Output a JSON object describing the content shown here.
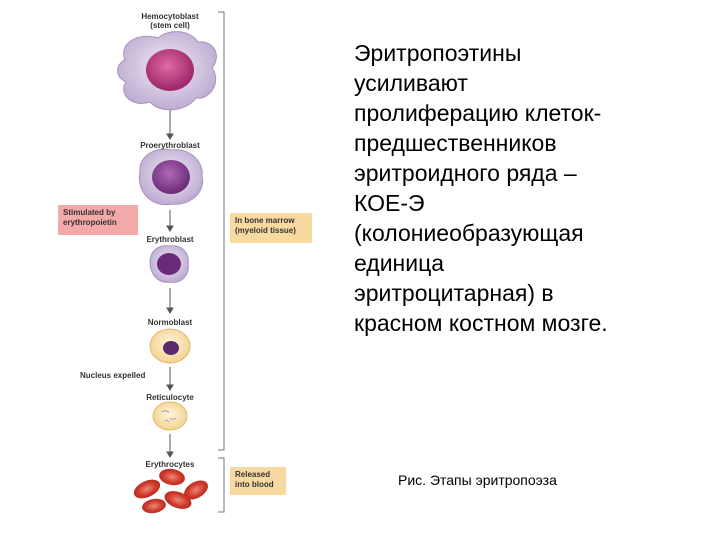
{
  "stages": [
    {
      "name": "Hemocytoblast",
      "sub": "(stem cell)"
    },
    {
      "name": "Proerythroblast"
    },
    {
      "name": "Erythroblast"
    },
    {
      "name": "Normoblast"
    },
    {
      "name": "Reticulocyte"
    },
    {
      "name": "Erythrocytes"
    }
  ],
  "notes": {
    "stimulated": "Stimulated by\nerythropoietin",
    "bone_marrow": "In bone marrow\n(myeloid tissue)",
    "released": "Released\ninto blood",
    "nucleus_expelled": "Nucleus expelled"
  },
  "colors": {
    "stimulated_box": "#f3a9a7",
    "marrow_box": "#f8d9a0",
    "cell_membrane": "#c9b8da",
    "nucleus": "#b0307d",
    "erythrocyte": "#d23c2c"
  },
  "main_text": "Эритропоэтины\nусиливают\nпролиферацию клеток-\nпредшественников\nэритроидного ряда –\nКОЕ-Э\n(колониеобразующая\nединица\nэритроцитарная) в\nкрасном костном мозге.",
  "caption": "Рис. Этапы эритропоэза"
}
